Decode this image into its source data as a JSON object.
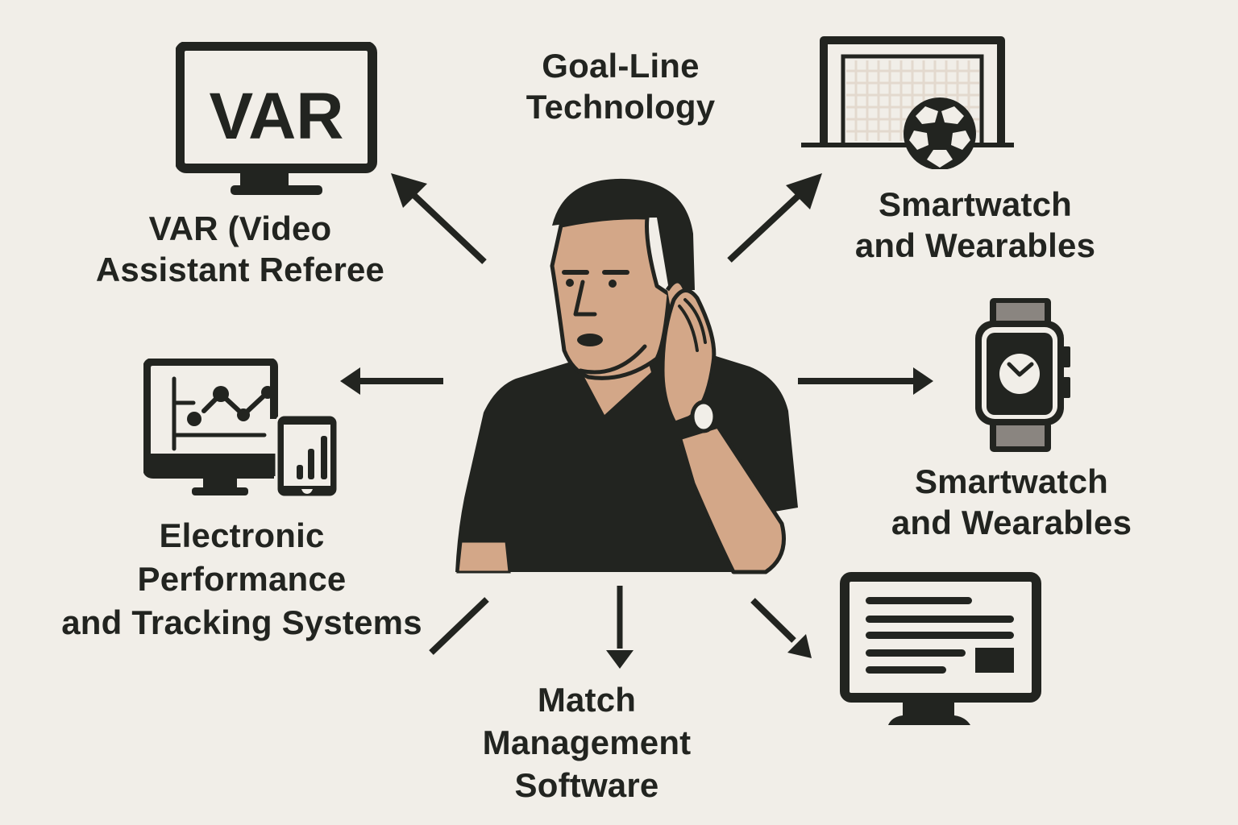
{
  "diagram": {
    "type": "hub-and-spoke",
    "center": {
      "name": "referee-figure",
      "description": "Referee in black shirt holding hand to ear, wearing wristwatch"
    },
    "nodes": [
      {
        "id": "var",
        "icon": "var-monitor-icon",
        "icon_text": "VAR",
        "label_lines": [
          "VAR (Video",
          "Assistant Referee"
        ],
        "arrow_direction": "up-left"
      },
      {
        "id": "goal-line",
        "icon": "none",
        "label_lines": [
          "Goal-Line",
          "Technology"
        ],
        "arrow_direction": "none"
      },
      {
        "id": "goal-wearables",
        "icon": "goal-and-ball-icon",
        "label_lines": [
          "Smartwatch",
          "and Wearables"
        ],
        "arrow_direction": "up-right"
      },
      {
        "id": "epts",
        "icon": "monitor-tablet-chart-icon",
        "label_lines": [
          "Electronic",
          "Performance",
          "and Tracking Systems"
        ],
        "arrow_direction": "left"
      },
      {
        "id": "smartwatch",
        "icon": "smartwatch-icon",
        "label_lines": [
          "Smartwatch",
          "and Wearables"
        ],
        "arrow_direction": "right"
      },
      {
        "id": "match-management",
        "icon": "none",
        "label_lines": [
          "Match",
          "Management",
          "Software"
        ],
        "arrow_direction": "down"
      },
      {
        "id": "software-monitor",
        "icon": "document-monitor-icon",
        "label_lines": [],
        "arrow_direction": "down-right"
      },
      {
        "id": "lower-left-line",
        "icon": "none",
        "label_lines": [],
        "arrow_direction": "down-left (no head)"
      }
    ]
  },
  "labels": {
    "var": {
      "line1": "VAR (Video",
      "line2": "Assistant Referee"
    },
    "goal_line": {
      "line1": "Goal-Line",
      "line2": "Technology"
    },
    "wearables_top": {
      "line1": "Smartwatch",
      "line2": "and Wearables"
    },
    "epts": {
      "line1": "Electronic",
      "line2": "Performance",
      "line3": "and Tracking Systems"
    },
    "wearables_mid": {
      "line1": "Smartwatch",
      "line2": "and Wearables"
    },
    "match_mgmt": {
      "line1": "Match",
      "line2": "Management",
      "line3": "Software"
    },
    "var_icon_text": "VAR"
  },
  "colors": {
    "background": "#f1eee8",
    "ink": "#222420",
    "skin": "#d3a788",
    "strap_gray": "#8a8580",
    "net_grid": "#e6ddd3"
  }
}
